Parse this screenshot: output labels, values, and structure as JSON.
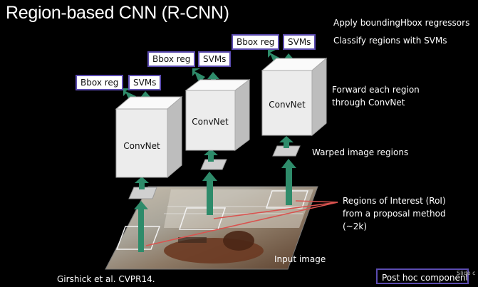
{
  "title": "Region-based CNN (R-CNN)",
  "top_notes": {
    "line1": "Apply boundingHbox regressors",
    "line2": "Classify regions with SVMs"
  },
  "forward_note": {
    "line1": "Forward each region",
    "line2": "through ConvNet"
  },
  "warped_label": "Warped image regions",
  "roi_note": {
    "line1": "Regions of Interest (RoI)",
    "line2": "from a proposal method",
    "line3": "(~2k)"
  },
  "input_label": "Input image",
  "citation": "Girshick et al. CVPR14.",
  "post_hoc": "Post hoc component",
  "slide_credit": "Slide c",
  "convnet_label": "ConvNet",
  "heads": [
    {
      "bbox": "Bbox reg",
      "svm": "SVMs"
    },
    {
      "bbox": "Bbox reg",
      "svm": "SVMs"
    },
    {
      "bbox": "Bbox reg",
      "svm": "SVMs"
    }
  ],
  "colors": {
    "background": "#000000",
    "tag_border": "#5b4bb0",
    "arrow": "#2e8b6a",
    "roi_line": "#d9534f",
    "patch": "#d0d0d0"
  }
}
